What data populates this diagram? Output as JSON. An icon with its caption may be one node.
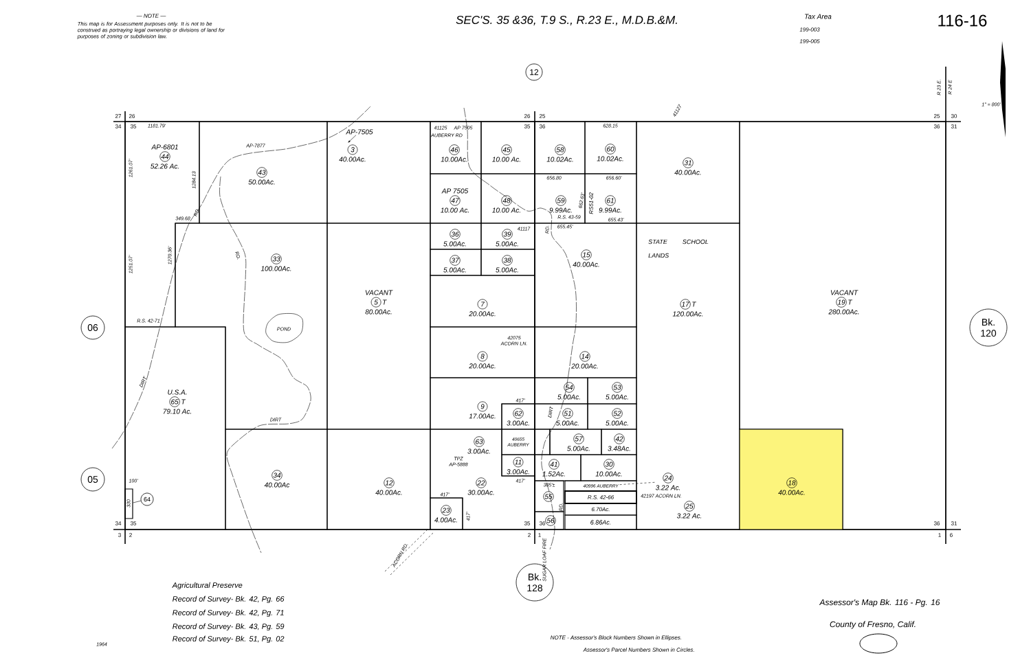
{
  "diagram": {
    "title": "SEC'S. 35 &36, T.9 S., R.23 E., M.D.B.&M.",
    "nodes": [
      {
        "text": [
          "12"
        ]
      },
      {
        "text": [
          "06"
        ]
      },
      {
        "text": [
          "05"
        ]
      },
      {
        "text": [
          "Bk. 120"
        ]
      },
      {
        "text": [
          "Bk. 128"
        ]
      },
      {
        "text": [
          "AP-6801",
          "44",
          "52.26 Ac."
        ]
      },
      {
        "text": [
          "43",
          "50.00Ac."
        ]
      },
      {
        "text": [
          "3",
          "40.00Ac."
        ]
      },
      {
        "text": [
          "46",
          "10.00Ac."
        ]
      },
      {
        "text": [
          "45",
          "10.00 Ac."
        ]
      },
      {
        "text": [
          "58",
          "10.02Ac."
        ]
      },
      {
        "text": [
          "60",
          "10.02Ac."
        ]
      },
      {
        "text": [
          "AP 7505",
          "47",
          "10.00 Ac."
        ]
      },
      {
        "text": [
          "48",
          "10.00 Ac."
        ]
      },
      {
        "text": [
          "59",
          "9.99Ac."
        ]
      },
      {
        "text": [
          "61",
          "9.99Ac."
        ]
      },
      {
        "text": [
          "31",
          "40.00Ac."
        ]
      },
      {
        "text": [
          "VACANT",
          "19",
          "T",
          "280.00Ac."
        ]
      },
      {
        "text": [
          "33",
          "100.00Ac."
        ]
      },
      {
        "text": [
          "VACANT",
          "5",
          "T",
          "80.00Ac."
        ]
      },
      {
        "text": [
          "36",
          "5.00Ac."
        ]
      },
      {
        "text": [
          "39",
          "5.00Ac."
        ]
      },
      {
        "text": [
          "37",
          "5.00Ac."
        ]
      },
      {
        "text": [
          "38",
          "5.00Ac."
        ]
      },
      {
        "text": [
          "7",
          "20.00Ac."
        ]
      },
      {
        "text": [
          "15",
          "40.00Ac."
        ]
      },
      {
        "text": [
          "STATE SCHOOL LANDS",
          "17",
          "T",
          "120.00Ac."
        ]
      },
      {
        "text": [
          "8",
          "20.00Ac."
        ]
      },
      {
        "text": [
          "14",
          "20.00Ac."
        ]
      },
      {
        "text": [
          "U.S.A.",
          "65",
          "T",
          "79.10 Ac."
        ]
      },
      {
        "text": [
          "9",
          "17.00Ac."
        ]
      },
      {
        "text": [
          "62",
          "3.00Ac."
        ]
      },
      {
        "text": [
          "54",
          "5.00Ac."
        ]
      },
      {
        "text": [
          "53",
          "5.00Ac."
        ]
      },
      {
        "text": [
          "51",
          "5.00Ac."
        ]
      },
      {
        "text": [
          "52",
          "5.00Ac."
        ]
      },
      {
        "text": [
          "34",
          "40.00Ac"
        ]
      },
      {
        "text": [
          "12",
          "40.00Ac."
        ]
      },
      {
        "text": [
          "22",
          "30.00Ac."
        ]
      },
      {
        "text": [
          "63",
          "3.00Ac."
        ],
        "in": 38
      },
      {
        "text": [
          "11",
          "3.00Ac."
        ]
      },
      {
        "text": [
          "57",
          "5.00Ac."
        ]
      },
      {
        "text": [
          "42",
          "3.48Ac."
        ]
      },
      {
        "text": [
          "41",
          "1.52Ac."
        ]
      },
      {
        "text": [
          "30",
          "10.00Ac."
        ]
      },
      {
        "text": [
          "23",
          "4.00Ac."
        ]
      },
      {
        "text": [
          "55"
        ]
      },
      {
        "text": [
          "56"
        ]
      },
      {
        "text": [
          "18",
          "40.00Ac."
        ]
      },
      {
        "text": [
          "24",
          "3.22 Ac."
        ],
        "in": 26
      },
      {
        "text": [
          "25",
          "3.22 Ac."
        ],
        "in": 26
      },
      {
        "text": [
          "64"
        ],
        "in": 29
      },
      {
        "text": [],
        "shape": "box",
        "in": 29
      },
      {
        "text": [
          "AP-7505"
        ],
        "in": 7
      },
      {
        "text": [
          "40655 AUBERRY"
        ]
      },
      {
        "text": [],
        "shape": "box"
      },
      {
        "text": [
          "40996 AUBERRY"
        ]
      },
      {
        "text": [
          "R.S. 42-66"
        ]
      },
      {
        "text": [
          "6.70Ac."
        ]
      },
      {
        "text": [
          "6.86Ac."
        ]
      }
    ],
    "edges": [
      {
        "from": 51,
        "to": 52,
        "arrow": "none"
      },
      {
        "from": 53,
        "to": null,
        "arrow": "to"
      },
      {
        "from": 49,
        "to": 56,
        "arrow": "none",
        "style": "dashed"
      }
    ],
    "labels": [
      "— NOTE —",
      "This map is for Assessment purposes only. It is not to be construed as portraying legal ownership or divisions of land for purposes of zoning or subdivision law.",
      "Tax Area",
      "199-003",
      "199-005",
      "116-16",
      "R 23 E.",
      "R 24 E",
      "1\" = 800'",
      "27",
      "26",
      "34",
      "35",
      "26",
      "25",
      "35",
      "36",
      "25",
      "30",
      "36",
      "31",
      "34",
      "35",
      "3",
      "2",
      "35",
      "36",
      "2",
      "1",
      "36",
      "31",
      "1",
      "6",
      "1181.79'",
      "1261.07'",
      "1284.13",
      "349.68",
      "RD.",
      "1251.07'",
      "1270.36'",
      "R.S. 42-71",
      "AP-7877",
      "RD.",
      "POND",
      "DIRT",
      "DIRT",
      "100'",
      "330",
      "41125",
      "AUBERRY RD",
      "AP 7505",
      "41127",
      "628.15",
      "656.80",
      "656.60'",
      "662.63'",
      "RS51-02",
      "R.S. 43-59",
      "655.45'",
      "655.43'",
      "RD.",
      "41117",
      "42075 ACORN LN.",
      "417'",
      "DIRT",
      "TPZ AP-5888",
      "417'",
      "417'",
      "417'",
      "385'±",
      "42197 ACORN LN.",
      "RD.",
      "ACORN RD.",
      "SUGAR LOAF FIRE",
      "Agricultural Preserve",
      "Record of Survey- Bk. 42, Pg. 66",
      "Record of Survey- Bk. 42, Pg. 71",
      "Record of Survey- Bk. 43, Pg. 59",
      "Record of Survey- Bk. 51, Pg. 02",
      "1964",
      "NOTE - Assessor's Block Numbers Shown in Ellipses.",
      "Assessor's Parcel Numbers Shown in Circles.",
      "Assessor's Map Bk. 116 - Pg. 16",
      "County of Fresno, Calif."
    ]
  }
}
